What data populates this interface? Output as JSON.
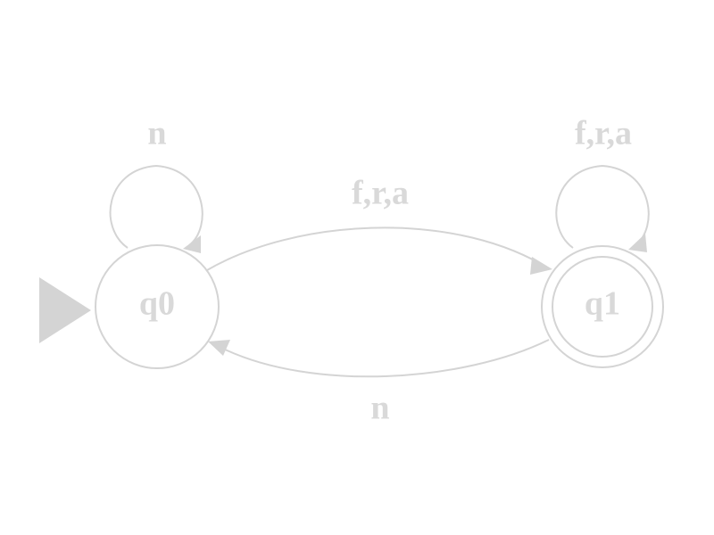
{
  "colors": {
    "stroke": "#d4d4d4",
    "text": "#d9d9d9",
    "background": "#ffffff"
  },
  "automaton": {
    "states": [
      {
        "id": "q0",
        "label": "q0",
        "initial": true,
        "accepting": false
      },
      {
        "id": "q1",
        "label": "q1",
        "initial": false,
        "accepting": true
      }
    ],
    "transitions": [
      {
        "from": "q0",
        "to": "q0",
        "label": "n"
      },
      {
        "from": "q0",
        "to": "q1",
        "label": "f,r,a"
      },
      {
        "from": "q1",
        "to": "q1",
        "label": "f,r,a"
      },
      {
        "from": "q1",
        "to": "q0",
        "label": "n"
      }
    ]
  }
}
